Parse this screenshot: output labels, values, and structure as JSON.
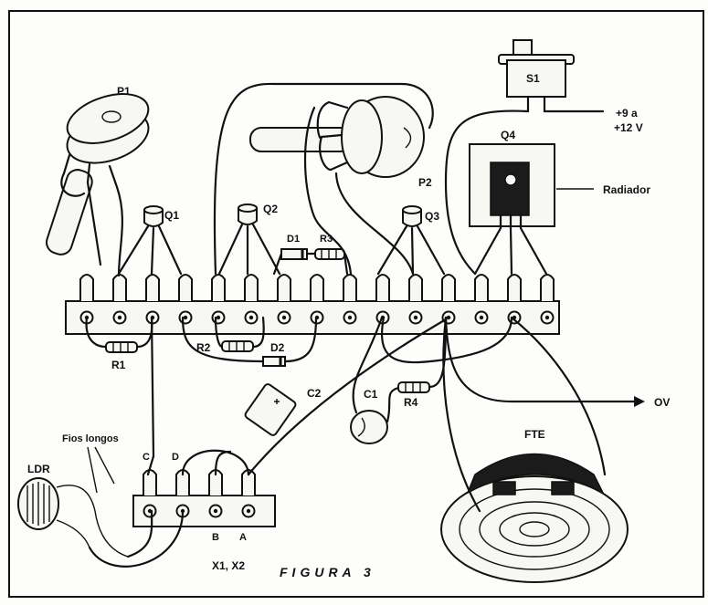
{
  "labels": {
    "p1": "P1",
    "q1": "Q1",
    "q2": "Q2",
    "q3": "Q3",
    "q4": "Q4",
    "p2": "P2",
    "s1": "S1",
    "supply_line1": "+9 a",
    "supply_line2": "+12 V",
    "radiator": "Radiador",
    "d1": "D1",
    "r3": "R3",
    "r1": "R1",
    "r2": "R2",
    "d2": "D2",
    "c2": "C2",
    "c1": "C1",
    "r4": "R4",
    "ground": "OV",
    "long_wires": "Fios longos",
    "ldr": "LDR",
    "term_c": "C",
    "term_d": "D",
    "term_b": "B",
    "term_a": "A",
    "x1x2": "X1, X2",
    "speaker": "FTE",
    "figure": "FIGURA 3"
  },
  "colors": {
    "ink": "#111111",
    "paper": "#fdfdfb"
  }
}
